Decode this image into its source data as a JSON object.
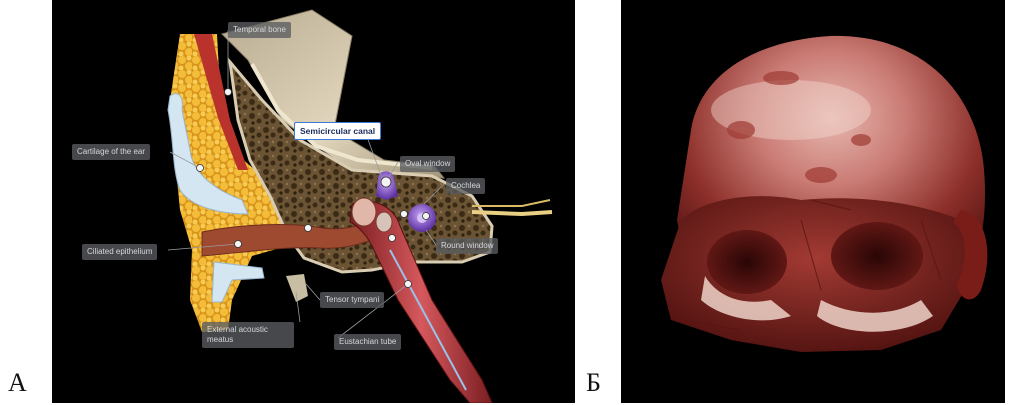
{
  "panels": {
    "a": {
      "letter": "А",
      "labels": {
        "temporal_bone": "Temporal bone",
        "semicircular_canal": "Semicircular canal",
        "cartilage_of_the_ear": "Cartilage of the ear",
        "oval_window": "Oval window",
        "cochlea": "Cochlea",
        "round_window": "Round window",
        "ciliated_epithelium": "Ciliated epithelium",
        "tensor_tympani": "Tensor tympani",
        "external_acoustic_meatus": "External acoustic meatus",
        "eustachian_tube": "Eustachian tube"
      },
      "selected_label": "semicircular_canal"
    },
    "b": {
      "letter": "Б"
    }
  },
  "colors": {
    "panel_background": "#000000",
    "callout_background": "#5a5c60",
    "callout_text": "#d4d6da",
    "selected_border": "#3a7bd5",
    "cartilage_fat": "#f0b531",
    "cartilage_blue": "#cfe3f2",
    "bone_porous": "#6b5434",
    "temporal_bone_surface": "#d9cdb3",
    "tube_red": "#c8484c",
    "ossicle_violet": "#8a5bd0",
    "skull_flesh": "#8b2a2a"
  },
  "icons": {
    "marker": "pin-dot-icon"
  }
}
